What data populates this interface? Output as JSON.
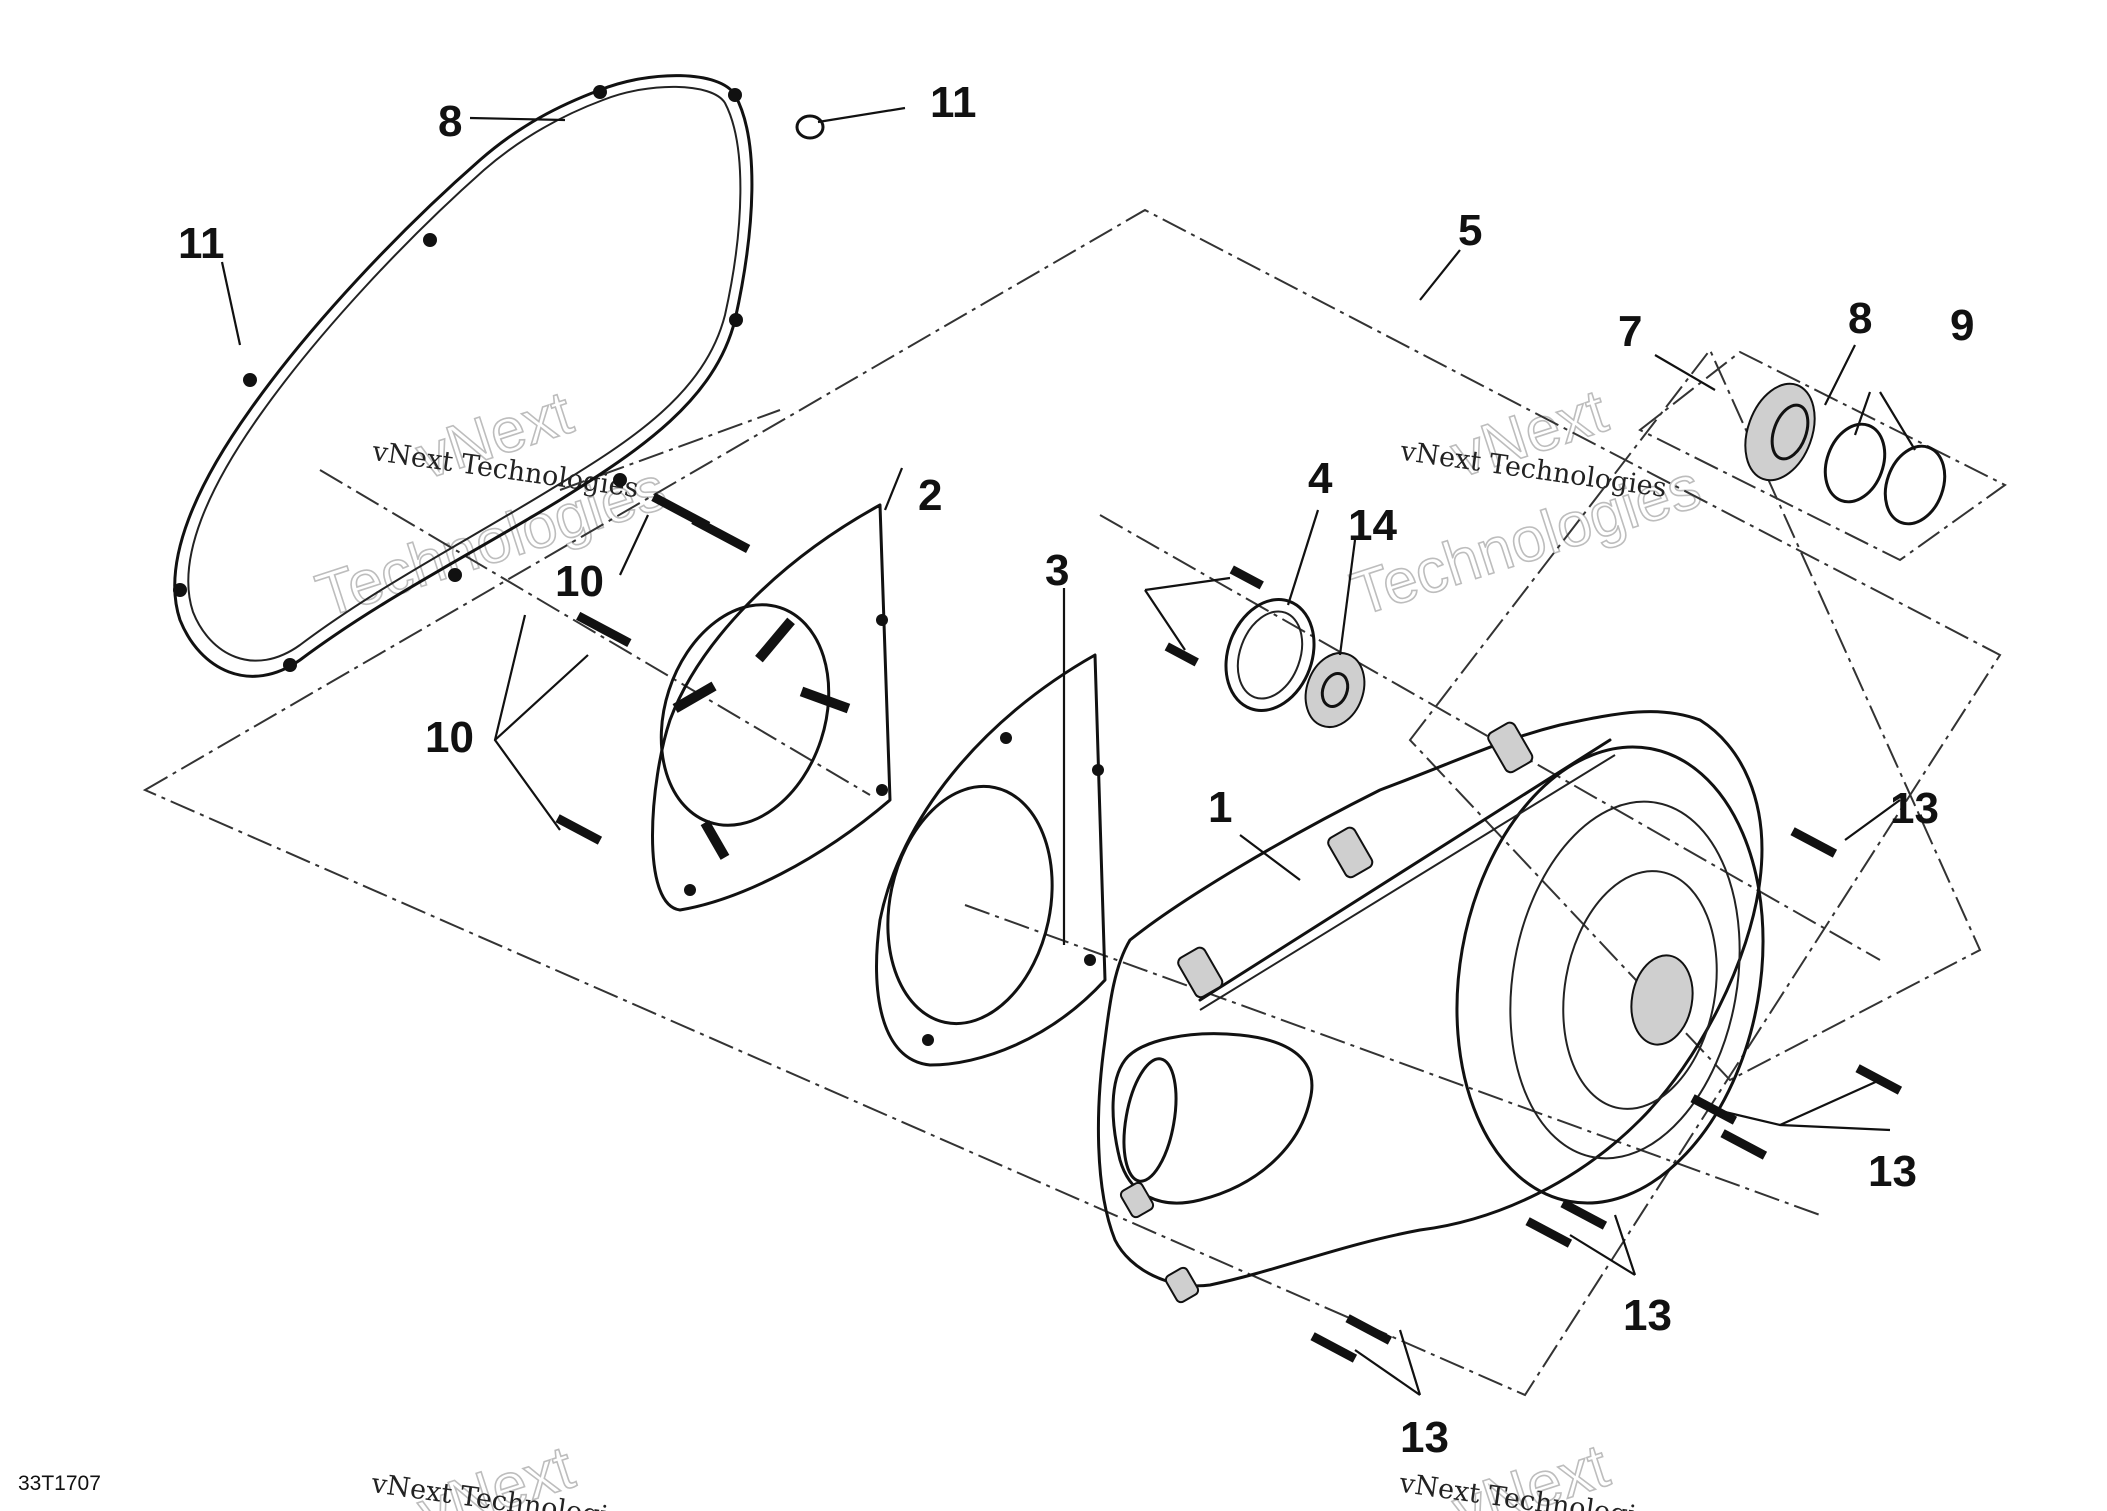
{
  "drawing_code": "33T1707",
  "watermark": {
    "text": "vNext Technologies",
    "large_top": "vNext",
    "large_bottom": "Technologies"
  },
  "callouts": {
    "gasket": "8",
    "plug_top": "11",
    "plug_left": "11",
    "phantom_outline": "5",
    "bearing_support": "7",
    "bearing": "8",
    "o_rings": "9",
    "washer": "4",
    "seal": "14",
    "air_guide": "2",
    "screws_upper": "10",
    "screws_lower": "10",
    "deflector": "3",
    "cover": "1",
    "screws_13_a": "13",
    "screws_13_b": "13",
    "screws_13_c": "13",
    "screws_13_d": "13"
  }
}
